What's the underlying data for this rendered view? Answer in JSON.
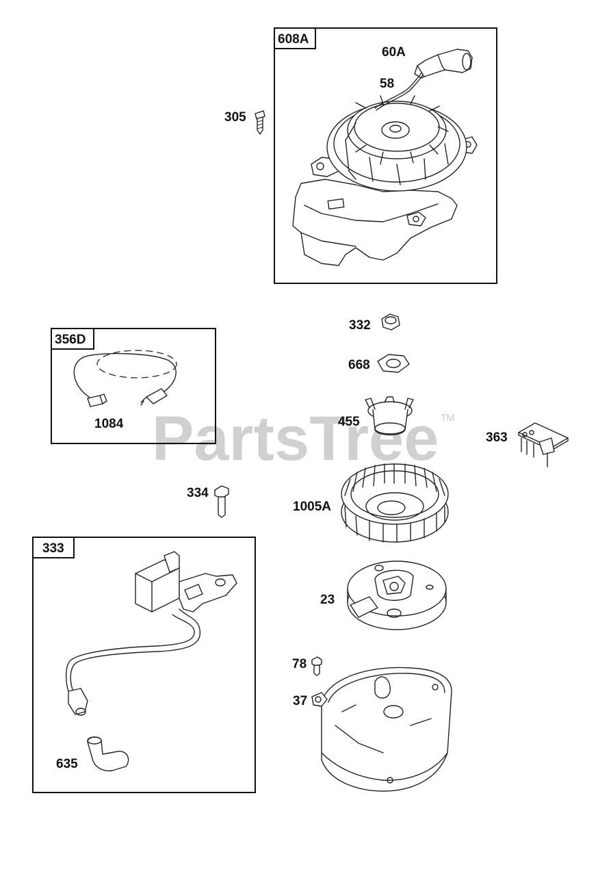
{
  "watermark": {
    "text": "PartsTree",
    "trademark": "TM"
  },
  "boxes": {
    "starter": {
      "label": "608A"
    },
    "wire": {
      "label": "356D"
    },
    "coil": {
      "label": "333"
    }
  },
  "parts": [
    {
      "id": "60A",
      "label": "60A"
    },
    {
      "id": "58",
      "label": "58"
    },
    {
      "id": "305",
      "label": "305"
    },
    {
      "id": "332",
      "label": "332"
    },
    {
      "id": "668",
      "label": "668"
    },
    {
      "id": "455",
      "label": "455"
    },
    {
      "id": "1084",
      "label": "1084"
    },
    {
      "id": "363",
      "label": "363"
    },
    {
      "id": "334",
      "label": "334"
    },
    {
      "id": "1005A",
      "label": "1005A"
    },
    {
      "id": "23",
      "label": "23"
    },
    {
      "id": "78",
      "label": "78"
    },
    {
      "id": "37",
      "label": "37"
    },
    {
      "id": "635",
      "label": "635"
    }
  ]
}
